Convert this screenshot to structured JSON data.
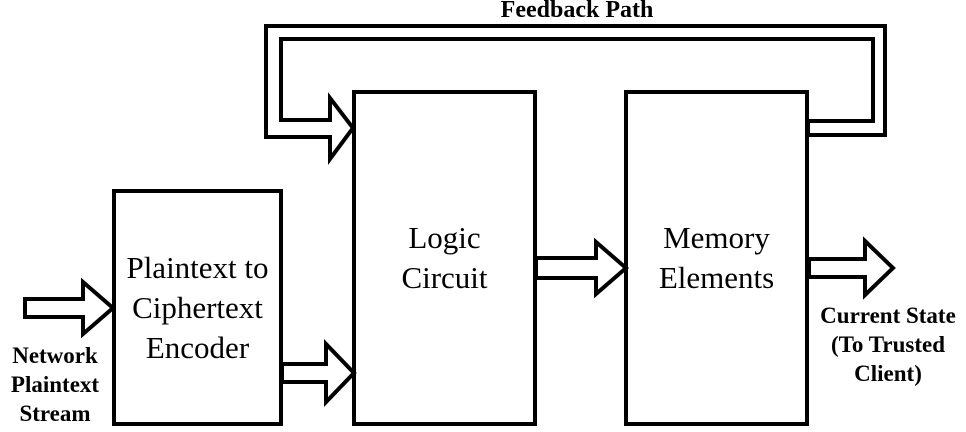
{
  "diagram": {
    "boxes": [
      {
        "name": "plaintext-to-ciphertext-encoder",
        "lines": [
          "Plaintext to",
          "Ciphertext",
          "Encoder"
        ]
      },
      {
        "name": "logic-circuit",
        "lines": [
          "Logic",
          "Circuit"
        ]
      },
      {
        "name": "memory-elements",
        "lines": [
          "Memory",
          "Elements"
        ]
      }
    ],
    "labels": {
      "feedback_path": "Feedback Path",
      "network_stream": [
        "Network",
        "Plaintext",
        "Stream"
      ],
      "current_state": [
        "Current State",
        "(To Trusted",
        "Client)"
      ]
    },
    "arrows": [
      {
        "name": "network-input-arrow"
      },
      {
        "name": "encoder-to-logic-arrow"
      },
      {
        "name": "logic-to-memory-arrow"
      },
      {
        "name": "memory-output-arrow"
      },
      {
        "name": "feedback-path-arrow"
      }
    ],
    "colors": {
      "background": "#ffffff",
      "line": "#000000",
      "shape_fill": "#ffffff",
      "text": "#000000"
    }
  }
}
